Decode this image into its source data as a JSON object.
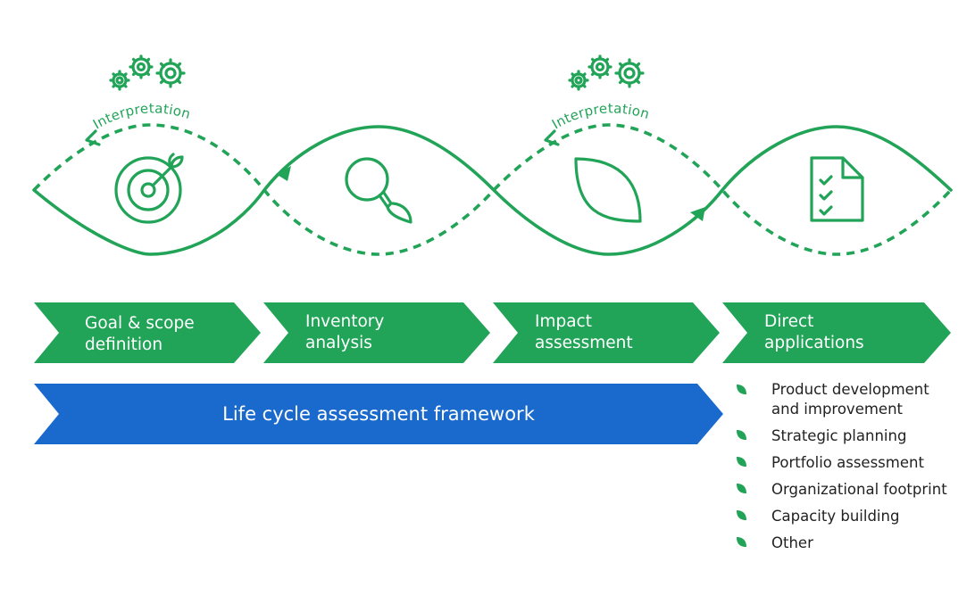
{
  "colors": {
    "stage_green": "#22a458",
    "framework_blue": "#1a69cc",
    "line_green": "#22a458",
    "text_dark": "#222222",
    "text_on_fill": "#ffffff"
  },
  "cycle": {
    "interpretation_labels": [
      "Interpretation",
      "Interpretation"
    ],
    "stage_icons": [
      "target-icon",
      "magnifier-icon",
      "leaf-icon",
      "checklist-document-icon"
    ],
    "gear_icons": [
      "gears-icon",
      "gears-icon"
    ]
  },
  "stages": [
    {
      "line1": "Goal & scope",
      "line2": "definition"
    },
    {
      "line1": "Inventory",
      "line2": "analysis"
    },
    {
      "line1": "Impact",
      "line2": "assessment"
    },
    {
      "line1": "Direct",
      "line2": "applications"
    }
  ],
  "framework": {
    "label": "Life cycle assessment framework"
  },
  "applications": {
    "items": [
      {
        "line1": "Product development",
        "line2": "and improvement"
      },
      {
        "line1": "Strategic planning"
      },
      {
        "line1": "Portfolio assessment"
      },
      {
        "line1": "Organizational footprint"
      },
      {
        "line1": "Capacity building"
      },
      {
        "line1": "Other"
      }
    ]
  }
}
